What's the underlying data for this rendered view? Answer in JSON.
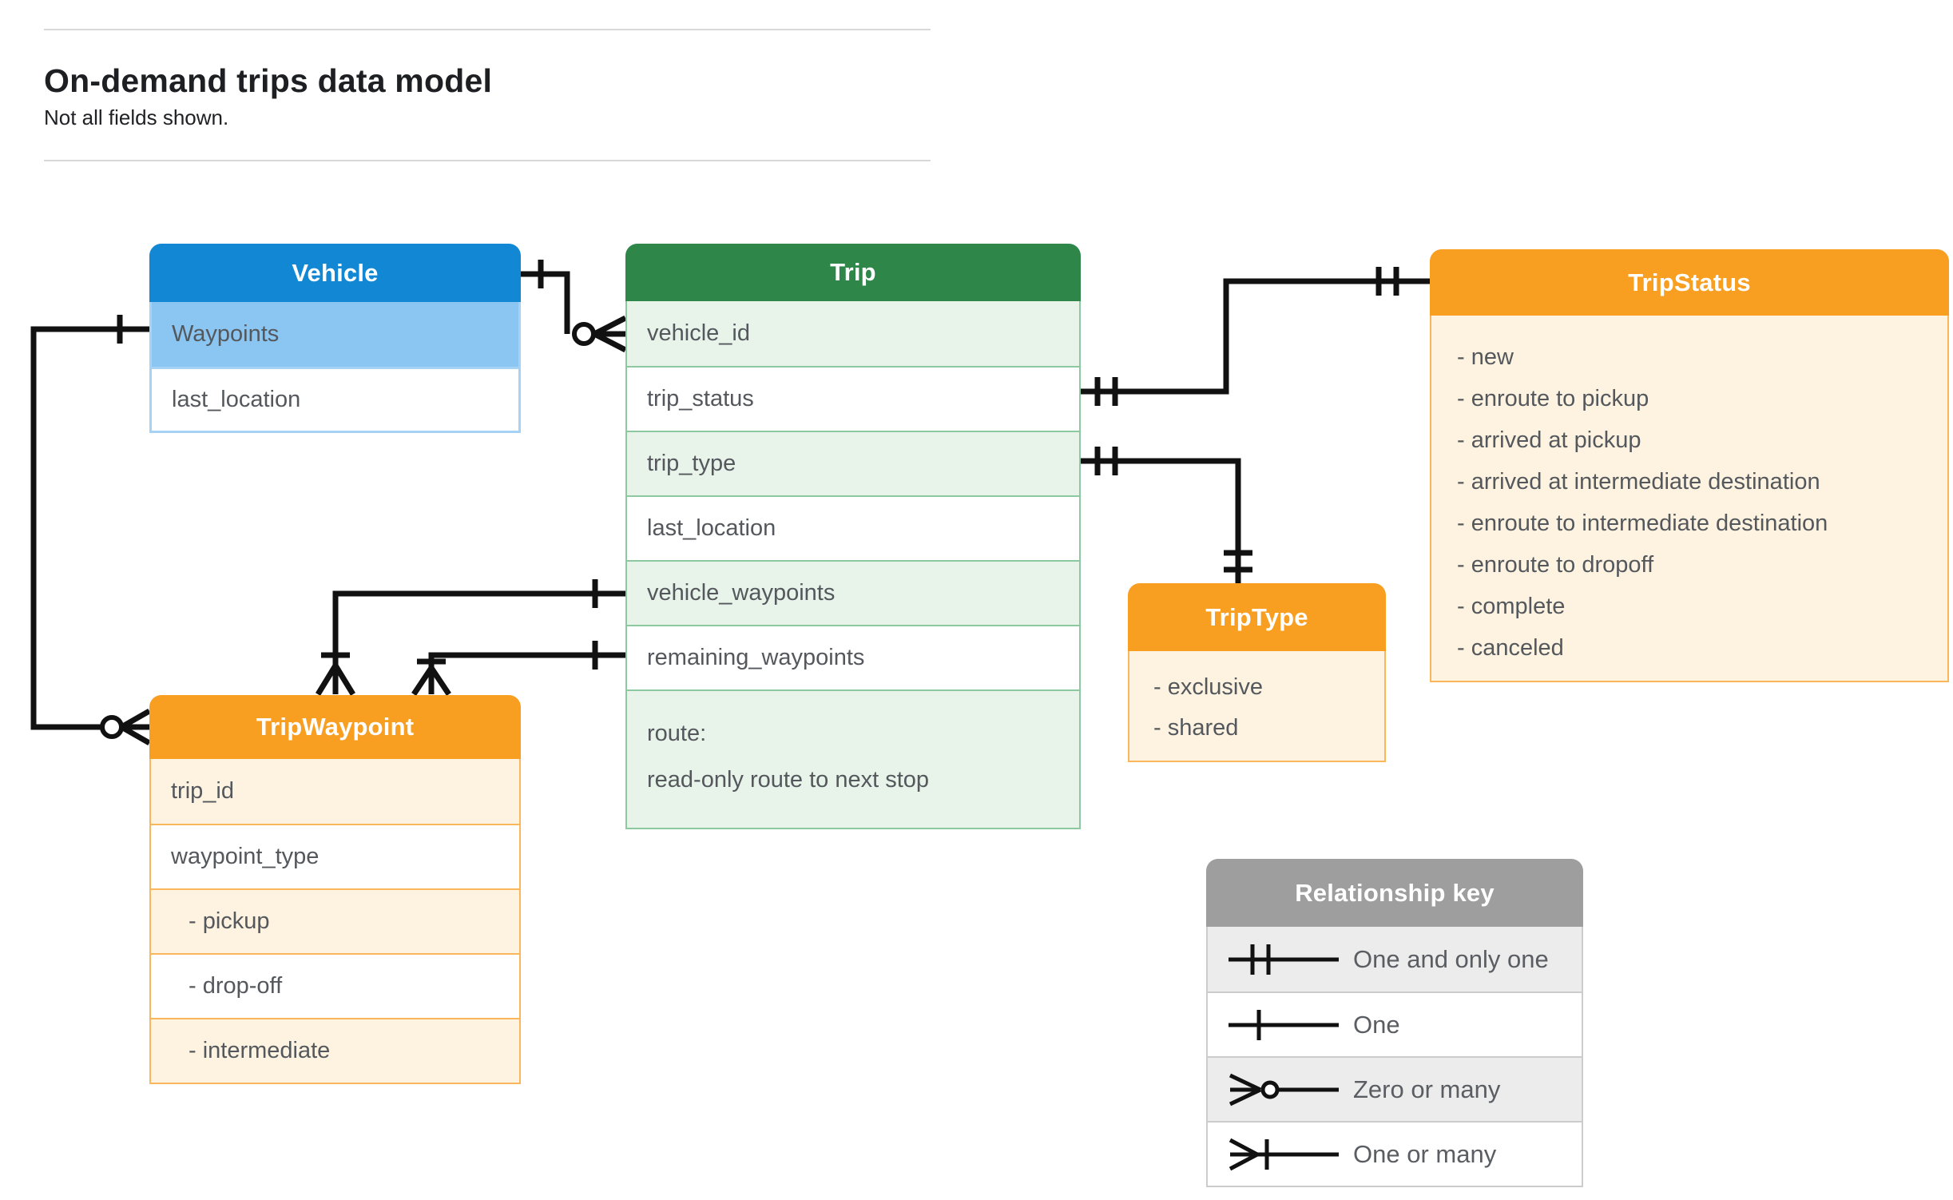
{
  "page": {
    "title": "On-demand trips data model",
    "subtitle": "Not all fields shown."
  },
  "entities": {
    "vehicle": {
      "title": "Vehicle",
      "fields": [
        "Waypoints",
        "last_location"
      ]
    },
    "trip": {
      "title": "Trip",
      "fields": [
        "vehicle_id",
        "trip_status",
        "trip_type",
        "last_location",
        "vehicle_waypoints",
        "remaining_waypoints"
      ],
      "route": {
        "label": "route:",
        "description": "read-only route to next stop"
      }
    },
    "trip_status": {
      "title": "TripStatus",
      "values": [
        "- new",
        "- enroute to pickup",
        "- arrived at pickup",
        "- arrived at intermediate destination",
        "- enroute to intermediate destination",
        "- enroute to dropoff",
        "- complete",
        "- canceled"
      ]
    },
    "trip_waypoint": {
      "title": "TripWaypoint",
      "fields": [
        "trip_id",
        "waypoint_type",
        "- pickup",
        "- drop-off",
        "- intermediate"
      ]
    },
    "trip_type": {
      "title": "TripType",
      "values": [
        "- exclusive",
        "- shared"
      ]
    }
  },
  "legend": {
    "title": "Relationship key",
    "items": [
      {
        "symbol": "one-and-only-one-icon",
        "label": "One and only one"
      },
      {
        "symbol": "one-icon",
        "label": "One"
      },
      {
        "symbol": "zero-or-many-icon",
        "label": "Zero or many"
      },
      {
        "symbol": "one-or-many-icon",
        "label": "One or many"
      }
    ]
  },
  "relationships": [
    {
      "from": "Vehicle",
      "to": "Trip.vehicle_id",
      "from_cardinality": "one",
      "to_cardinality": "zero or many"
    },
    {
      "from": "Vehicle.Waypoints",
      "to": "TripWaypoint",
      "from_cardinality": "one",
      "to_cardinality": "zero or many"
    },
    {
      "from": "Trip.vehicle_waypoints",
      "to": "TripWaypoint",
      "from_cardinality": "one",
      "to_cardinality": "one or many"
    },
    {
      "from": "Trip.remaining_waypoints",
      "to": "TripWaypoint",
      "from_cardinality": "one",
      "to_cardinality": "one or many"
    },
    {
      "from": "Trip.trip_status",
      "to": "TripStatus",
      "from_cardinality": "one and only one",
      "to_cardinality": "one and only one"
    },
    {
      "from": "Trip.trip_type",
      "to": "TripType",
      "from_cardinality": "one and only one",
      "to_cardinality": "one and only one"
    }
  ],
  "colors": {
    "vehicle_header": "#1287d3",
    "vehicle_row_highlight": "#8bc6f2",
    "trip_header": "#2e8749",
    "trip_row_highlight": "#e8f3ea",
    "enum_header": "#f89e20",
    "enum_row_highlight": "#fdf3e0",
    "legend_header": "#9e9e9e",
    "connector": "#111111"
  }
}
